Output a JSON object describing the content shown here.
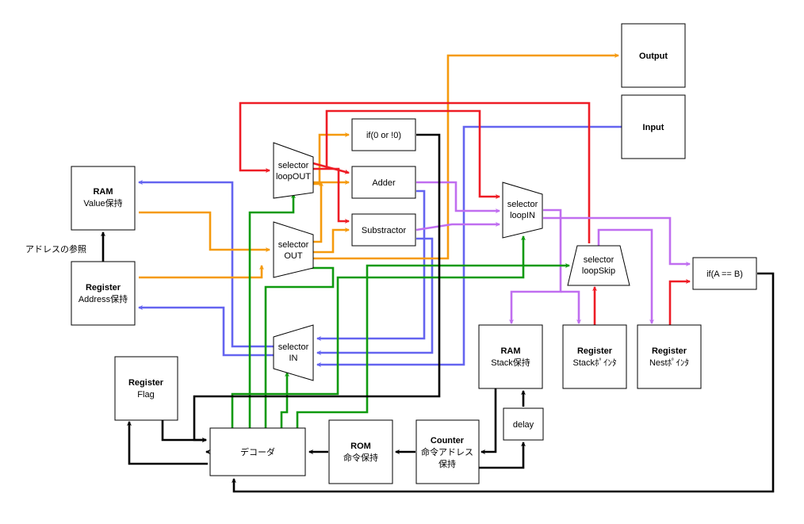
{
  "colors": {
    "black": "#000000",
    "red": "#ee1c25",
    "orange": "#f59a0c",
    "blue": "#6464f0",
    "purple": "#c06ef0",
    "green": "#0f9a0f"
  },
  "nodes": {
    "output": {
      "title": "Output",
      "sub": ""
    },
    "input": {
      "title": "Input",
      "sub": ""
    },
    "ram_value": {
      "title": "RAM",
      "sub": "Value保持"
    },
    "reg_address": {
      "title": "Register",
      "sub": "Address保持"
    },
    "reg_flag": {
      "title": "Register",
      "sub": "Flag"
    },
    "decoder": {
      "title": "デコーダ",
      "sub": ""
    },
    "rom": {
      "title": "ROM",
      "sub": "命令保持"
    },
    "counter": {
      "title": "Counter",
      "sub": "命令アドレス",
      "sub2": "保持"
    },
    "delay": {
      "title": "delay",
      "sub": ""
    },
    "ram_stack": {
      "title": "RAM",
      "sub": "Stack保持"
    },
    "reg_stack": {
      "title": "Register",
      "sub": "Stackﾎﾟｲﾝﾀ"
    },
    "reg_nest": {
      "title": "Register",
      "sub": "Nestﾎﾟｲﾝﾀ"
    },
    "if_zero": {
      "title": "if(0 or !0)"
    },
    "adder": {
      "title": "Adder"
    },
    "subtractor": {
      "title": "Substractor"
    },
    "if_equal": {
      "title": "if(A == B)"
    },
    "sel_loopout": {
      "line1": "selector",
      "line2": "loopOUT"
    },
    "sel_out": {
      "line1": "selector",
      "line2": "OUT"
    },
    "sel_in": {
      "line1": "selector",
      "line2": "IN"
    },
    "sel_loopin": {
      "line1": "selector",
      "line2": "loopIN"
    },
    "sel_loopskip": {
      "line1": "selector",
      "line2": "loopSkip"
    }
  },
  "annotations": {
    "address_ref": "アドレスの参照"
  }
}
